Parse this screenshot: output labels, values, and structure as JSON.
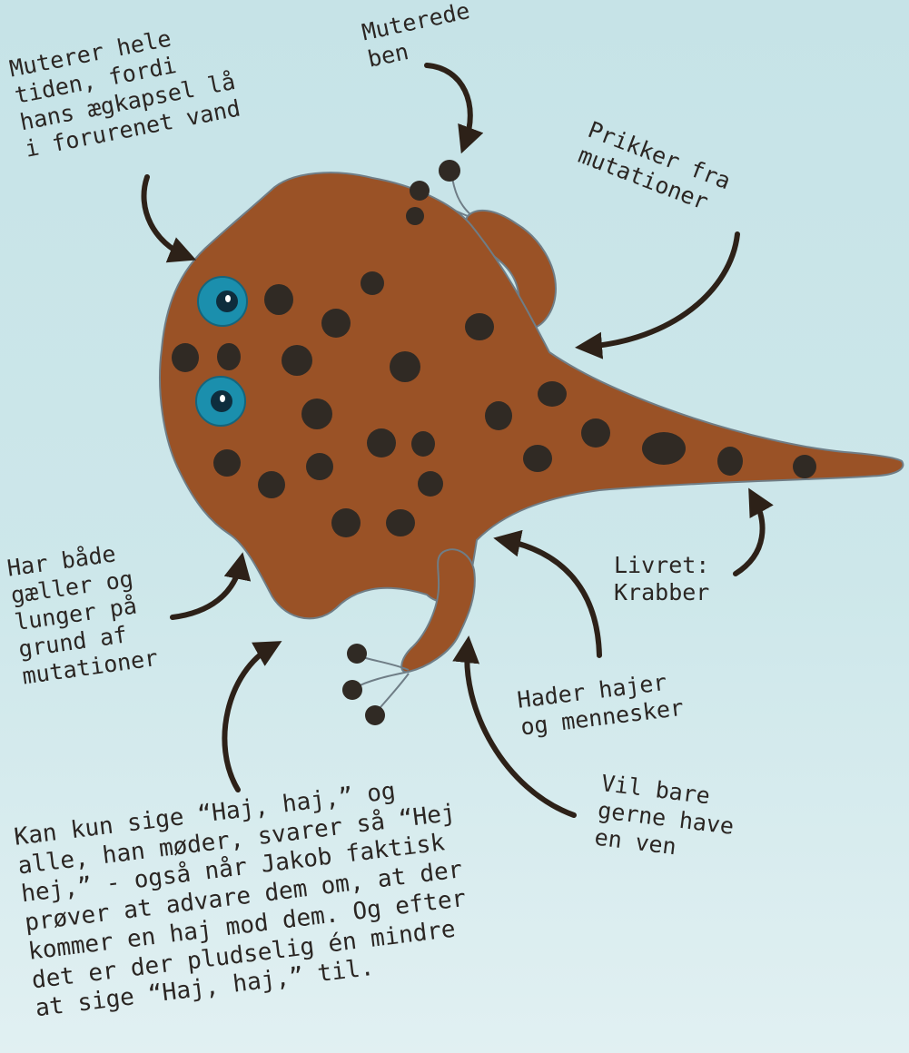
{
  "colors": {
    "background": "#c9e5e8",
    "body": "#9a5226",
    "body_outline": "#6f7d86",
    "spots": "#302a24",
    "eye_iris": "#1b8fad",
    "eye_pupil": "#0e2d3d",
    "arrow": "#2d2118"
  },
  "annotations": {
    "mutating": [
      "Muterer hele",
      "tiden, fordi",
      "hans ægkapsel lå",
      "i forurenet vand"
    ],
    "mutated_legs": [
      "Muterede",
      "ben"
    ],
    "spots": [
      "Prikker fra",
      "mutationer"
    ],
    "gills": [
      "Har både",
      "gæller og",
      "lunger på",
      "grund af",
      "mutationer"
    ],
    "food": [
      "Livret:",
      "Krabber"
    ],
    "hates": [
      "Hader hajer",
      "og mennesker"
    ],
    "friend": [
      "Vil bare",
      "gerne have",
      "en ven"
    ],
    "speech": [
      "Kan kun sige “Haj, haj,” og",
      "alle, han møder, svarer så “Hej",
      "hej,” - også når Jakob faktisk",
      "prøver at advare dem om, at der",
      "kommer en haj mod dem. Og efter",
      "det er der pludselig én mindre",
      "at sige “Haj, haj,” til."
    ]
  },
  "icons": [
    "eye-icon",
    "arrow-icon"
  ]
}
